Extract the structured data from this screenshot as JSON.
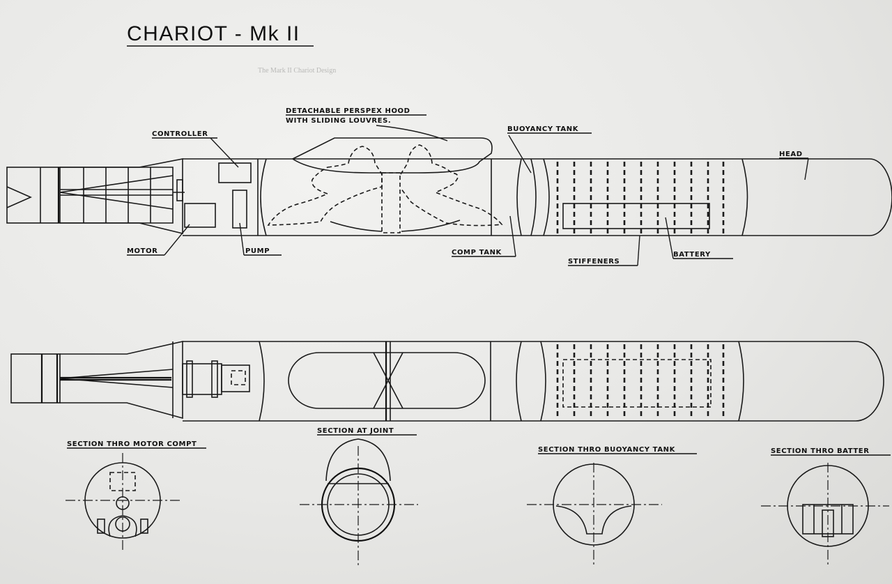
{
  "title": "CHARIOT - Mk II",
  "faint_caption": "The Mark II Chariot Design",
  "labels": {
    "controller": "CONTROLLER",
    "hood_line1": "DETACHABLE PERSPEX HOOD",
    "hood_line2": "WITH SLIDING LOUVRES.",
    "buoyancy_tank": "BUOYANCY TANK",
    "head": "HEAD",
    "motor": "MOTOR",
    "pump": "PUMP",
    "comp_tank": "COMP TANK",
    "stiffeners": "STIFFENERS",
    "battery": "BATTERY"
  },
  "sections": {
    "motor_compt": "SECTION THRO MOTOR COMPT",
    "joint": "SECTION AT JOINT",
    "buoyancy_tank": "SECTION THRO BUOYANCY TANK",
    "battery": "SECTION THRO BATTER"
  },
  "colors": {
    "ink": "#1a1a1a",
    "paper": "#eeeeec"
  }
}
